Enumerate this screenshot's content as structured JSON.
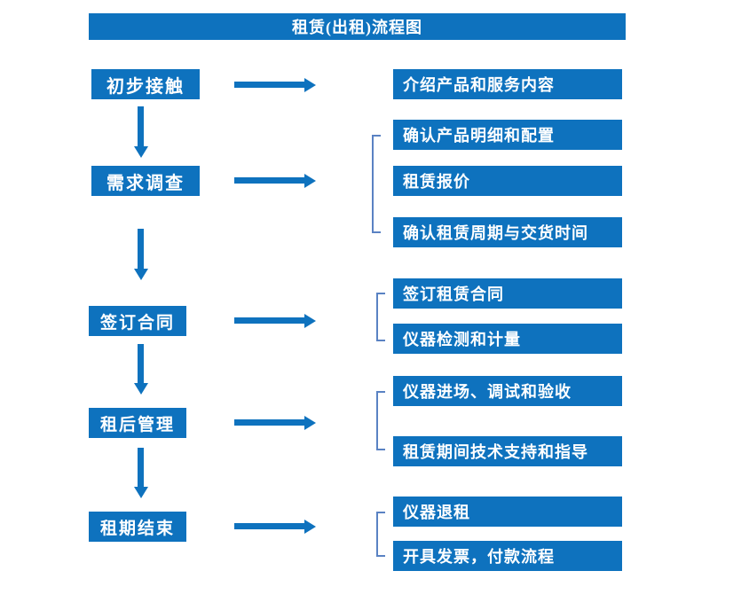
{
  "title": "租赁(出租)流程图",
  "colors": {
    "primary_blue": "#0e72be",
    "bracket_blue": "#5a82c3",
    "text_white": "#ffffff",
    "background": "#ffffff"
  },
  "flow": {
    "steps": [
      {
        "label": "初步接触",
        "details": [
          "介绍产品和服务内容"
        ]
      },
      {
        "label": "需求调查",
        "details": [
          "确认产品明细和配置",
          "租赁报价",
          "确认租赁周期与交货时间"
        ]
      },
      {
        "label": "签订合同",
        "details": [
          "签订租赁合同",
          "仪器检测和计量"
        ]
      },
      {
        "label": "租后管理",
        "details": [
          "仪器进场、调试和验收",
          "租赁期间技术支持和指导"
        ]
      },
      {
        "label": "租期结束",
        "details": [
          "仪器退租",
          "开具发票，付款流程"
        ]
      }
    ]
  }
}
